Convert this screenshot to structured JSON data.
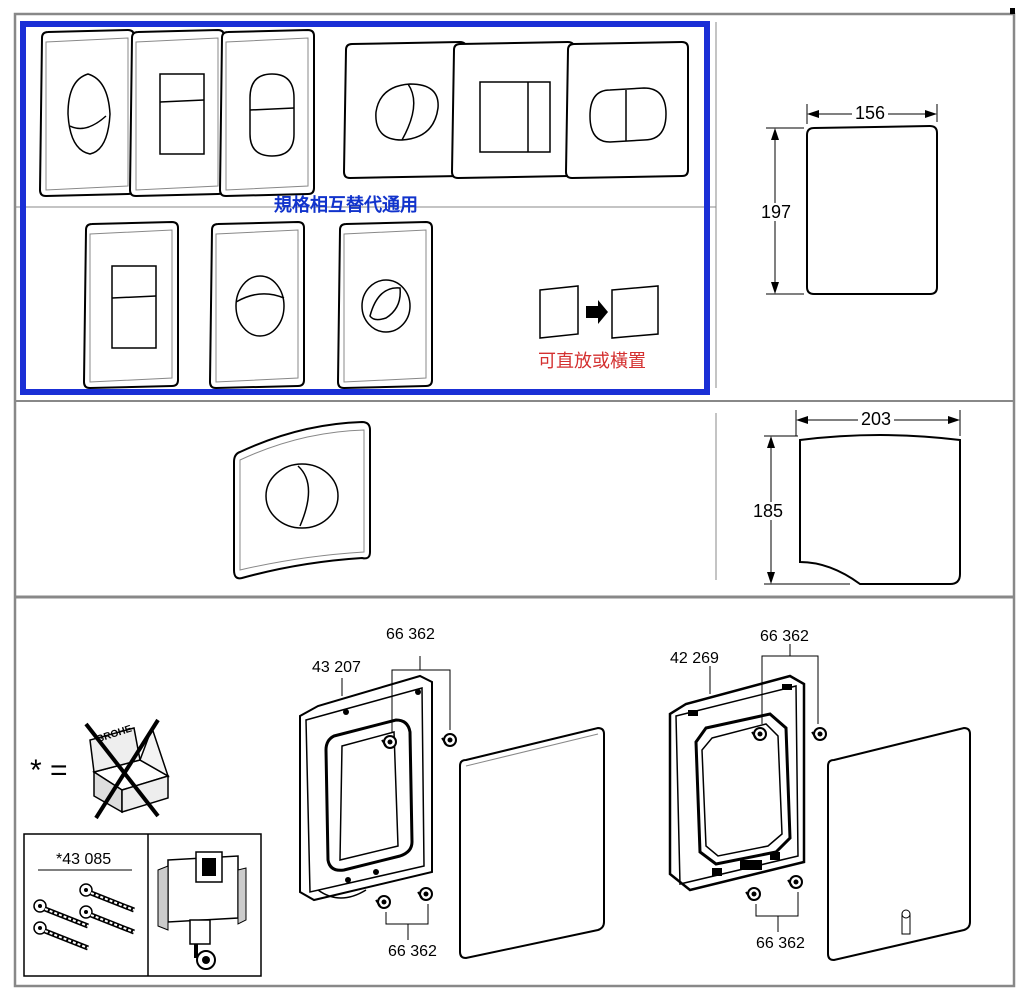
{
  "panel1": {
    "caption_interchangeable": "規格相互替代通用",
    "caption_orientation": "可直放或橫置",
    "dim_width": "156",
    "dim_height": "197"
  },
  "panel2": {
    "dim_width": "203",
    "dim_height": "185"
  },
  "panel3": {
    "note_symbol": "* =",
    "kit_code": "*43 085",
    "frame_left_code": "43 207",
    "screws_left_top": "66 362",
    "screws_left_bottom": "66 362",
    "frame_right_code": "42 269",
    "screws_right_top": "66 362",
    "screws_right_bottom": "66 362",
    "box_text": "GROHE"
  }
}
